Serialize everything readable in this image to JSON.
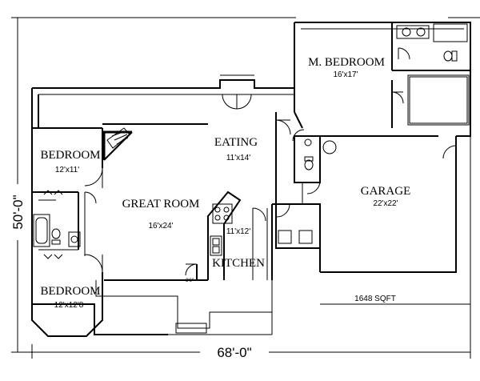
{
  "rooms": {
    "master_bedroom": {
      "name": "M. BEDROOM",
      "size": "16'x17'"
    },
    "bedroom_top": {
      "name": "BEDROOM",
      "size": "12'x11'"
    },
    "bedroom_bottom": {
      "name": "BEDROOM",
      "size": "12'x12'8"
    },
    "eating": {
      "name": "EATING",
      "size": "11'x14'"
    },
    "great_room": {
      "name": "GREAT ROOM",
      "size": "16'x24'"
    },
    "kitchen": {
      "name": "KITCHEN",
      "size": "11'x12'"
    },
    "garage": {
      "name": "GARAGE",
      "size": "22'x22'"
    }
  },
  "area_note": "1648 SQFT",
  "small_note": "3'6\"",
  "dimensions": {
    "width": "68'-0\"",
    "depth": "50'-0\""
  }
}
